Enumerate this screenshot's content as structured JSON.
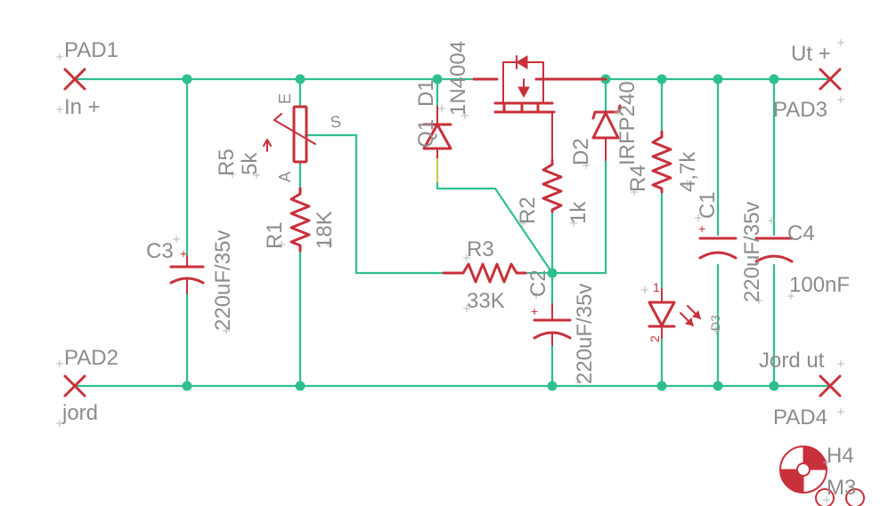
{
  "pads": {
    "pad1": {
      "name": "PAD1",
      "label": "In +"
    },
    "pad2": {
      "name": "PAD2",
      "label": "jord"
    },
    "pad3": {
      "name": "PAD3",
      "label": "Ut +"
    },
    "pad4": {
      "name": "PAD4",
      "label": "Jord ut"
    }
  },
  "components": {
    "c3": {
      "name": "C3",
      "value": "220uF/35v"
    },
    "r5": {
      "name": "R5",
      "value": "5k",
      "pin_e": "E",
      "pin_a": "A",
      "pin_s": "S"
    },
    "r1": {
      "name": "R1",
      "value": "18K"
    },
    "q1": {
      "name": "Q1"
    },
    "d1": {
      "name": "D1",
      "value": "1N4004"
    },
    "r3": {
      "name": "R3",
      "value": "33K"
    },
    "r2": {
      "name": "R2",
      "value": "1k"
    },
    "c2": {
      "name": "C2",
      "value": "220uF/35v"
    },
    "d2": {
      "name": "D2",
      "value": "IRFP240"
    },
    "r4": {
      "name": "R4",
      "value": "4,7k"
    },
    "d3": {
      "name": "D3",
      "pin1": "1",
      "pin2": "2"
    },
    "c1": {
      "name": "C1",
      "value": "220uF/35v"
    },
    "c4": {
      "name": "C4",
      "value": "100nF"
    },
    "h4": {
      "name": "H4",
      "value": "M3"
    }
  },
  "colors": {
    "wire": "#2fbf8e",
    "part": "#c8303a",
    "label": "#8c8c8c"
  }
}
